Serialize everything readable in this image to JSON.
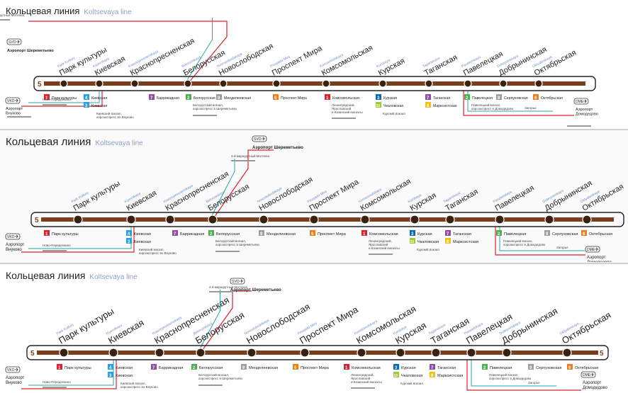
{
  "title_ru": "Кольцевая линия",
  "title_en": "Koltsevaya line",
  "line_number": "5",
  "airports": {
    "sheremetyevo": "Аэропорт Шереметьево",
    "vnukovo": "Аэропорт Внуково",
    "domodedovo": "Аэропорт Домодедово",
    "sheremetyevo_short": "Аэропорт\nШереметьево",
    "code_svo": "SVO",
    "code_vko": "VKO",
    "code_dme": "DME"
  },
  "stations": [
    {
      "name": "Парк культуры",
      "en": "Park Kultury"
    },
    {
      "name": "Киевская",
      "en": "Kiyevskaya"
    },
    {
      "name": "Краснопресненская",
      "en": "Krasnopresnenskaya"
    },
    {
      "name": "Белорусская",
      "en": "Belorusskaya"
    },
    {
      "name": "Новослободская",
      "en": "Novoslobodskaya"
    },
    {
      "name": "Проспект Мира",
      "en": "Prospekt Mira"
    },
    {
      "name": "Комсомольская",
      "en": "Komsomolskaya"
    },
    {
      "name": "Курская",
      "en": "Kurskaya"
    },
    {
      "name": "Таганская",
      "en": "Taganskaya"
    },
    {
      "name": "Павелецкая",
      "en": "Paveletskaya"
    },
    {
      "name": "Добрынинская",
      "en": "Dobryninskaya"
    },
    {
      "name": "Октябрьская",
      "en": "Oktyabrskaya"
    }
  ],
  "transfers": [
    {
      "num": "1",
      "name": "Парк культуры",
      "color": "#d9232d"
    },
    {
      "num": "4",
      "name": "Киевская",
      "color": "#2aa0dc"
    },
    {
      "num": "7",
      "name": "Баррикадная",
      "color": "#8e4fa0"
    },
    {
      "num": "2",
      "name": "Белорусская",
      "color": "#4caf50"
    },
    {
      "num": "9",
      "name": "Менделеевская",
      "color": "#9e9e9e"
    },
    {
      "num": "6",
      "name": "Проспект Мира",
      "color": "#ef7d1a"
    },
    {
      "num": "1",
      "name": "Комсомольская",
      "color": "#d9232d"
    },
    {
      "num": "3",
      "name": "Курская",
      "color": "#0a6ab3"
    },
    {
      "num": "7",
      "name": "Таганская",
      "color": "#8e4fa0"
    },
    {
      "num": "2",
      "name": "Павелецкая",
      "color": "#4caf50"
    },
    {
      "num": "9",
      "name": "Серпуховская",
      "color": "#9e9e9e"
    },
    {
      "num": "6",
      "name": "Октябрьская",
      "color": "#ef7d1a"
    }
  ],
  "extra_transfers": {
    "kievskaya_3": "Киевская",
    "kurskaya_10": "Чкаловская",
    "taganskaya_8": "Марксистская",
    "num_3": "3",
    "num_10": "10",
    "num_8": "8"
  },
  "rail_notes": {
    "kievsky": "Киевский вокзал, аэроэкспресс во Внуково",
    "belorussky": "Белорусский вокзал, аэроэкспресс в Шереметьево",
    "three_stations": "Ленинградский, Ярославский и Казанский вокзалы",
    "kursky": "Курский вокзал",
    "paveletsky": "Павелецкий вокзал, аэроэкспресс в Домодедово",
    "mck_note": "4-й маршрутный Мотлена",
    "novo_peredelkino": "Ново-Переделкино",
    "zhaor": "Загорье"
  },
  "colors": {
    "ring_brown": "#7a3e1d",
    "ring_dark": "#3a2212",
    "airport_red": "#d9232d",
    "teal": "#2aa3a3"
  }
}
